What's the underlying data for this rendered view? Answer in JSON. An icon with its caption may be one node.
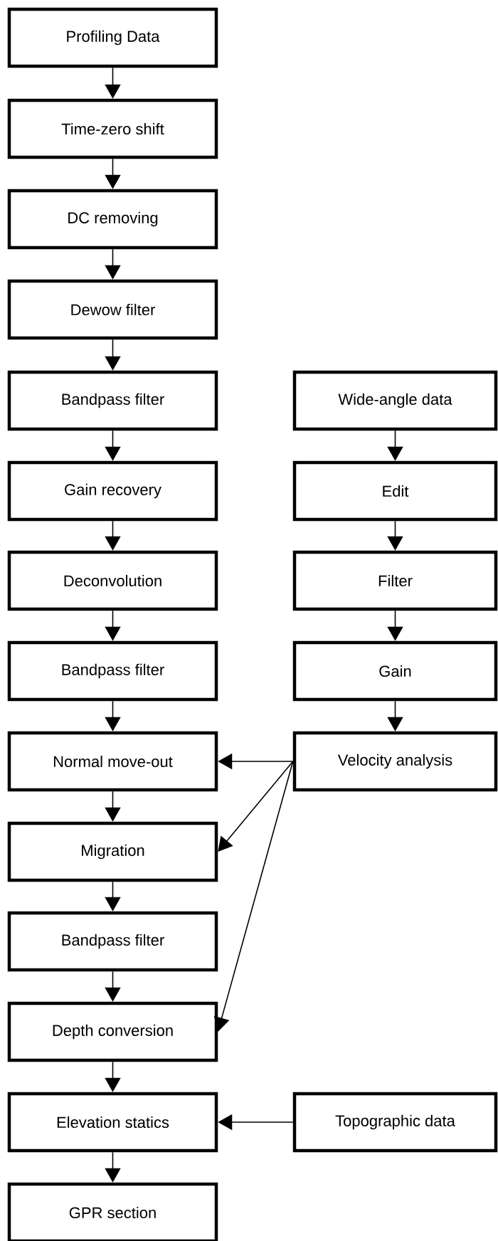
{
  "diagram": {
    "nodes": [
      {
        "text": [
          "Profiling Data"
        ]
      },
      {
        "text": [
          "Time-zero shift"
        ]
      },
      {
        "text": [
          "DC removing"
        ]
      },
      {
        "text": [
          "Dewow filter"
        ]
      },
      {
        "text": [
          "Bandpass filter"
        ]
      },
      {
        "text": [
          "Gain recovery"
        ]
      },
      {
        "text": [
          "Deconvolution"
        ]
      },
      {
        "text": [
          "Bandpass filter"
        ]
      },
      {
        "text": [
          "Normal move-out"
        ]
      },
      {
        "text": [
          "Migration"
        ]
      },
      {
        "text": [
          "Bandpass filter"
        ]
      },
      {
        "text": [
          "Depth conversion"
        ]
      },
      {
        "text": [
          "Elevation statics"
        ]
      },
      {
        "text": [
          "GPR section"
        ]
      },
      {
        "text": [
          "Wide-angle data"
        ]
      },
      {
        "text": [
          "Edit"
        ]
      },
      {
        "text": [
          "Filter"
        ]
      },
      {
        "text": [
          "Gain"
        ]
      },
      {
        "text": [
          "Velocity analysis"
        ]
      },
      {
        "text": [
          "Topographic data"
        ]
      }
    ],
    "edges": [
      {
        "from": 0,
        "to": 1,
        "arrow": "to"
      },
      {
        "from": 1,
        "to": 2,
        "arrow": "to"
      },
      {
        "from": 2,
        "to": 3,
        "arrow": "to"
      },
      {
        "from": 3,
        "to": 4,
        "arrow": "to"
      },
      {
        "from": 4,
        "to": 5,
        "arrow": "to"
      },
      {
        "from": 5,
        "to": 6,
        "arrow": "to"
      },
      {
        "from": 6,
        "to": 7,
        "arrow": "to"
      },
      {
        "from": 7,
        "to": 8,
        "arrow": "to"
      },
      {
        "from": 8,
        "to": 9,
        "arrow": "to"
      },
      {
        "from": 9,
        "to": 10,
        "arrow": "to"
      },
      {
        "from": 10,
        "to": 11,
        "arrow": "to"
      },
      {
        "from": 11,
        "to": 12,
        "arrow": "to"
      },
      {
        "from": 12,
        "to": 13,
        "arrow": "to"
      },
      {
        "from": 14,
        "to": 15,
        "arrow": "to"
      },
      {
        "from": 15,
        "to": 16,
        "arrow": "to"
      },
      {
        "from": 16,
        "to": 17,
        "arrow": "to"
      },
      {
        "from": 17,
        "to": 18,
        "arrow": "to"
      },
      {
        "from": 18,
        "to": 8,
        "arrow": "to"
      },
      {
        "from": 18,
        "to": 9,
        "arrow": "to"
      },
      {
        "from": 18,
        "to": 11,
        "arrow": "to"
      },
      {
        "from": 19,
        "to": 12,
        "arrow": "to"
      }
    ]
  }
}
